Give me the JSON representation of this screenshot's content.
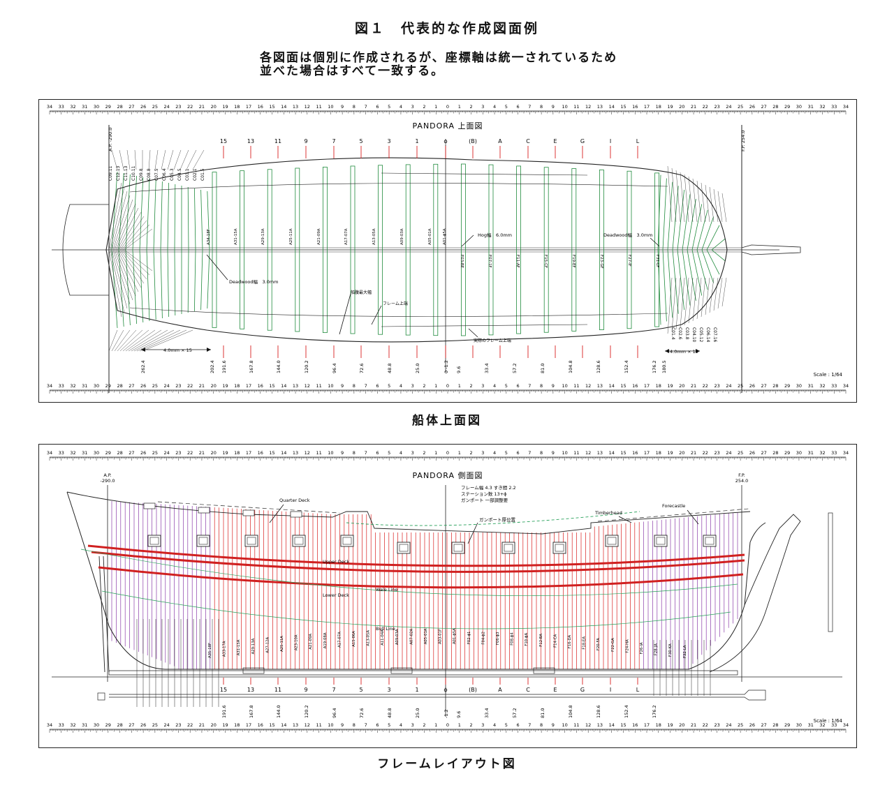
{
  "figure": {
    "title": "図１　代表的な作成図面例",
    "subtitle_line1": "各図面は個別に作成されるが、座標軸は統一されているため",
    "subtitle_line2": "並べた場合はすべて一致する。"
  },
  "ruler": {
    "labels": [
      "34",
      "33",
      "32",
      "31",
      "30",
      "29",
      "28",
      "27",
      "26",
      "25",
      "24",
      "23",
      "22",
      "21",
      "20",
      "19",
      "18",
      "17",
      "16",
      "15",
      "14",
      "13",
      "12",
      "11",
      "10",
      "9",
      "8",
      "7",
      "6",
      "5",
      "4",
      "3",
      "2",
      "1",
      "0",
      "1",
      "2",
      "3",
      "4",
      "5",
      "6",
      "7",
      "8",
      "9",
      "10",
      "11",
      "12",
      "13",
      "14",
      "15",
      "16",
      "17",
      "18",
      "19",
      "20",
      "21",
      "22",
      "23",
      "24",
      "25",
      "26",
      "27",
      "28",
      "29",
      "30",
      "31",
      "32",
      "33",
      "34"
    ]
  },
  "stations": {
    "labels": [
      "15",
      "13",
      "11",
      "9",
      "7",
      "5",
      "3",
      "1",
      "ϕ",
      "(B)",
      "A",
      "C",
      "E",
      "G",
      "I",
      "L"
    ]
  },
  "positions": {
    "top_labels": [
      "262.4",
      "202.4",
      "191.6",
      "167.8",
      "144.0",
      "120.2",
      "96.4",
      "72.6",
      "48.8",
      "25.0",
      "0 -1.2",
      "9.6",
      "33.4",
      "57.2",
      "81.0",
      "104.8",
      "128.6",
      "152.4",
      "176.2",
      "180.5"
    ],
    "side_labels": [
      "191.6",
      "167.8",
      "144.0",
      "120.2",
      "96.4",
      "72.6",
      "48.8",
      "25.0",
      "-1.2",
      "9.6",
      "33.4",
      "57.2",
      "81.0",
      "104.8",
      "128.6",
      "152.4",
      "176.2"
    ]
  },
  "top_view": {
    "caption": "船体上面図",
    "title": "PANDORA 上面図",
    "ap": "A.P. -290.0",
    "fp": "F.P. 254.0",
    "scale": "Scale : 1/64",
    "hog": "Hog幅　6.0mm",
    "deadwood_fwd": "Deadwood幅　3.0mm",
    "deadwood_aft": "Deadwood幅　3.0mm",
    "note_hull": "船腹最大幅",
    "note_frame_top": "フレーム上端",
    "note_actual_top": "実際のフレーム上端",
    "dim_aft": "4.0mm × 15",
    "dim_fwd": "4.0mm × 10",
    "frame_labels_aft": [
      "A34-18F",
      "A31-15A",
      "A29-13A",
      "A25-11A",
      "A21-09A",
      "A17-07A",
      "A13-05A",
      "A09-03A",
      "A05-01A",
      "A01-ϕ5A"
    ],
    "frame_labels_fwd": [
      "F03-BE",
      "F07-1F",
      "F11-AF",
      "F15-CF",
      "F19-EF",
      "F23-GF",
      "F27-IF",
      "F31-LF"
    ],
    "cant_aft": [
      "C09.11",
      "C12.13",
      "C11.13",
      "C10.11",
      "C09.8",
      "C08.8",
      "C07.5",
      "C06.4",
      "C05.3",
      "C04.5",
      "C03.1",
      "C02.1",
      "C01.5"
    ],
    "cant_fwd": [
      "C01.4",
      "C02.6",
      "C03.8",
      "C04.10",
      "C05.12",
      "C06.14",
      "C07.16"
    ]
  },
  "side_view": {
    "caption": "フレームレイアウト図",
    "title": "PANDORA 側面図",
    "ap": "A.P.",
    "ap_val": "-290.0",
    "fp": "F.P.",
    "fp_val": "254.0",
    "scale": "Scale : 1/64",
    "spec1": "フレーム幅  4.3      すき間  2.2",
    "spec2": "ステーション数  13+ϕ",
    "spec3": "ガンポート  一部調整要",
    "quarter_deck": "Quarter Deck",
    "upper_deck": "Upper Deck",
    "lower_deck": "Lower Deck",
    "wale_line": "Wale Line",
    "bull_line": "Bull Line",
    "timberhead": "Timberhead",
    "forecastle": "Forecastle",
    "gunport_note": "ガンポート厚位置",
    "frame_labels": [
      "A35-18F",
      "A33-17A",
      "A31-15A",
      "A29-13A",
      "A27-12A",
      "A25-11A",
      "A23-10A",
      "A21-09A",
      "A19-08A",
      "A17-07A",
      "A15-06A",
      "A13-05A",
      "A11-04A",
      "A09-03A",
      "A07-02A",
      "A05-01A",
      "A03-01F",
      "A01-ϕ5A",
      "F02-ϕ1",
      "F04-ϕ2",
      "F06-ϕ3",
      "F08-ϕ4",
      "F10-ϕA",
      "F12-BA",
      "F14-CA",
      "F16-DA",
      "F18-EA",
      "F20-FA",
      "F22-GA",
      "F24-HA",
      "F26-IA",
      "F28-JA",
      "F30-KA",
      "F32-LA"
    ]
  },
  "colors": {
    "frame_green": "#1f8a3c",
    "frame_red": "#d81e1e",
    "frame_purple": "#8a3aa8",
    "wale_red": "#d02020",
    "guide_green": "#27a05a"
  }
}
